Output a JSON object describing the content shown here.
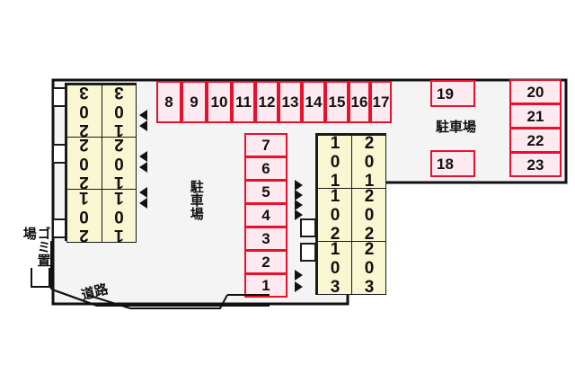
{
  "map": {
    "kind": "apartment-site-plan",
    "colors": {
      "stall_fill": "#fceaf0",
      "stall_border": "#e8102b",
      "building_fill": "#f9f6d2",
      "building_border": "#1a1a1a",
      "lot_fill": "#f4f4f4",
      "lot_border": "#111111",
      "page_background": "#ffffff"
    },
    "labels": {
      "parking_center": "駐車場",
      "parking_right": "駐車場",
      "garbage_area": "ゴミ置場",
      "road": "道路"
    },
    "top_stall_row": {
      "name": "top-parking-row",
      "numbers": [
        "8",
        "9",
        "10",
        "11",
        "12",
        "13",
        "14",
        "15",
        "16",
        "17"
      ]
    },
    "center_stall_column": {
      "name": "center-parking-column",
      "numbers": [
        "7",
        "6",
        "5",
        "4",
        "3",
        "2",
        "1"
      ]
    },
    "right_stall_column": {
      "name": "right-parking-column",
      "numbers": [
        "20",
        "21",
        "22",
        "23"
      ]
    },
    "isolated_stalls": [
      {
        "number": "19"
      },
      {
        "number": "18"
      }
    ],
    "left_building": {
      "name": "left-building",
      "rows": [
        {
          "upper": "203",
          "lower": "103"
        },
        {
          "upper": "202",
          "lower": "102"
        },
        {
          "upper": "201",
          "lower": "101"
        }
      ]
    },
    "right_building": {
      "name": "right-building",
      "rows": [
        {
          "inner": "101",
          "outer": "201"
        },
        {
          "inner": "102",
          "outer": "202"
        },
        {
          "inner": "103",
          "outer": "203"
        }
      ]
    }
  }
}
